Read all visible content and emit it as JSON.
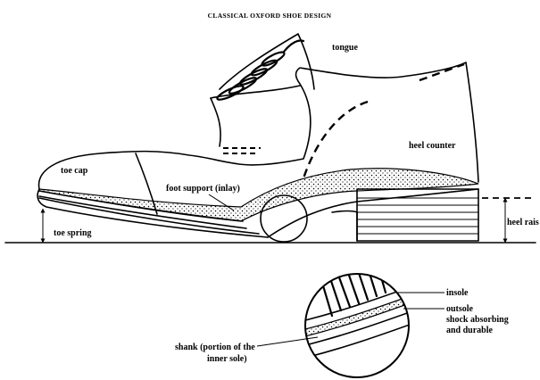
{
  "diagram": {
    "title": "CLASSICAL OXFORD SHOE DESIGN",
    "labels": {
      "tongue": "tongue",
      "heel_counter": "heel counter",
      "toe_cap": "toe cap",
      "foot_support": "foot support (inlay)",
      "toe_spring": "toe spring",
      "heel_raise": "heel rais",
      "insole": "insole",
      "outsole": "outsole",
      "shock_absorbing": "shock absorbing",
      "durable": "and durable",
      "shank_line1": "shank (portion of the",
      "shank_line2": "inner sole)"
    }
  }
}
